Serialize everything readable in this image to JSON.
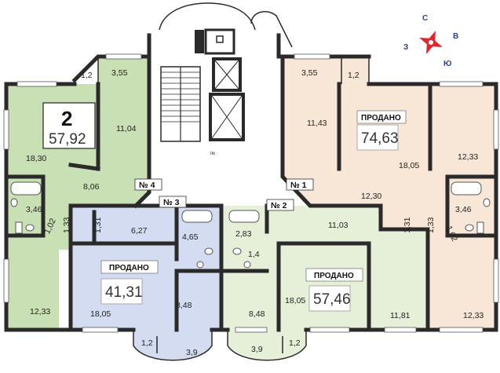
{
  "colors": {
    "apartment_green": "#c9dfb4",
    "apartment_blue": "#d3dcf0",
    "apartment_lightgreen": "#e6f0d8",
    "apartment_peach": "#f8e6d6",
    "core_white": "#ffffff",
    "wall": "#2a2a2a",
    "compass_red": "#e3262a",
    "compass_text": "#2b3f8c"
  },
  "compass": {
    "north": "С",
    "east": "В",
    "south": "Ю",
    "west": "З"
  },
  "apartments": [
    {
      "id": "unit-1",
      "number": "№ 1",
      "rooms": "",
      "area": "74,63",
      "sold_label": "ПРОДАНО"
    },
    {
      "id": "unit-2",
      "number": "№ 2",
      "rooms": "",
      "area": "57,46",
      "sold_label": "ПРОДАНО"
    },
    {
      "id": "unit-3",
      "number": "№ 3",
      "rooms": "",
      "area": "41,31",
      "sold_label": "ПРОДАНО"
    },
    {
      "id": "unit-4",
      "number": "№ 4",
      "rooms": "2",
      "area": "57,92",
      "sold_label": ""
    }
  ],
  "room_areas": {
    "u4_balcony_small": "1,2",
    "u4_balcony": "3,55",
    "u4_kitchen": "11,04",
    "u4_living": "18,30",
    "u4_hall": "8,06",
    "u4_bath": "3,46",
    "u4_wc": "1,02",
    "u4_closet": "1,33",
    "u4_bedroom": "12,33",
    "u3_closet": "1,31",
    "u3_hall": "6,27",
    "u3_bath": "4,65",
    "u3_living": "18,05",
    "u3_kitchen": "8,48",
    "u3_balcony_small": "1,2",
    "u3_balcony": "3,9",
    "u2_bath": "2,83",
    "u2_wc": "1,4",
    "u2_hall": "11,03",
    "u2_closet": "1,31",
    "u2_kitchen": "8,48",
    "u2_living": "18,05",
    "u2_bedroom": "11,81",
    "u2_balcony": "3,9",
    "u2_balcony_small": "1,2",
    "u1_balcony": "3,55",
    "u1_balcony_small": "1,2",
    "u1_kitchen": "11,43",
    "u1_living": "18,05",
    "u1_room_right": "12,33",
    "u1_hall": "12,30",
    "u1_bath": "3,46",
    "u1_wc": "1,02",
    "u1_closet": "1,33",
    "u1_bedroom": "12,33"
  },
  "core": {
    "trash_chute_label": "пк"
  }
}
